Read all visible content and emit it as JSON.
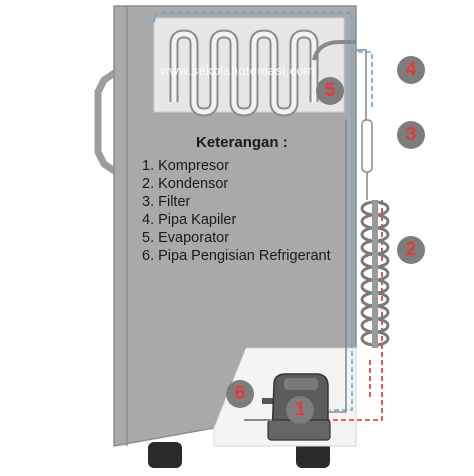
{
  "diagram": {
    "watermark": "www.sekolahotomasi.com",
    "legend": {
      "title": "Keterangan :",
      "items": [
        "1. Kompresor",
        "2. Kondensor",
        "3. Filter",
        "4. Pipa Kapiler",
        "5. Evaporator",
        "6. Pipa Pengisian Refrigerant"
      ]
    },
    "markers": {
      "compressor": "1",
      "condenser": "2",
      "filter": "3",
      "capillary": "4",
      "evaporator": "5",
      "charging_pipe": "6"
    },
    "colors": {
      "cabinet": "#a9a9ab",
      "evaporator_panel": "#e6e6e6",
      "badge": "#7d7d7d",
      "badge_text": "#e43b36",
      "low_pressure_line": "#5aa8d8",
      "high_pressure_line": "#d9302c"
    }
  }
}
